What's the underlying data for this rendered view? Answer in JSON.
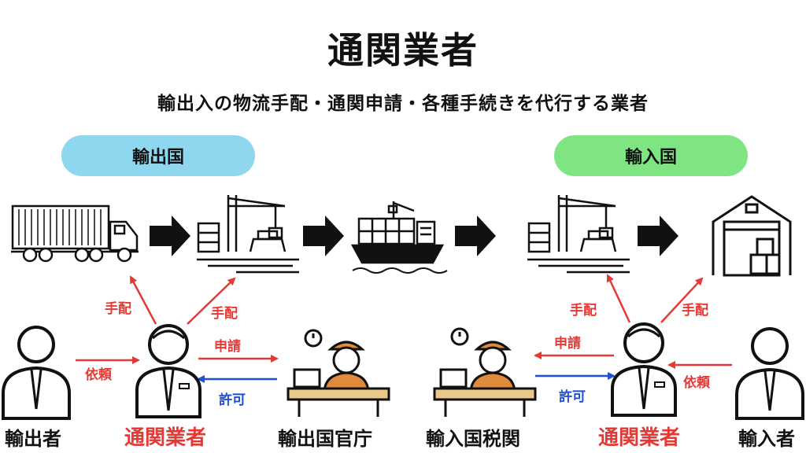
{
  "header": {
    "title": "通関業者",
    "subtitle": "輸出入の物流手配・通関申請・各種手続きを代行する業者"
  },
  "regions": {
    "export_country": {
      "label": "輸出国",
      "color": "#8fd6ef"
    },
    "import_country": {
      "label": "輸入国",
      "color": "#7ee582"
    }
  },
  "actors": {
    "exporter": "輸出者",
    "broker_left": "通関業者",
    "export_authority": "輸出国官庁",
    "import_customs": "輸入国税関",
    "broker_right": "通関業者",
    "importer": "輸入者"
  },
  "arrows": {
    "arrange_1": "手配",
    "arrange_2": "手配",
    "arrange_3": "手配",
    "arrange_4": "手配",
    "request_left": "依頼",
    "request_right": "依頼",
    "apply_left": "申請",
    "apply_right": "申請",
    "permit_left": "許可",
    "permit_right": "許可"
  },
  "colors": {
    "accent_red": "#e53935",
    "accent_blue": "#1e4fd6",
    "officer_orange": "#e08a3c",
    "desk_tan": "#e9c98a"
  },
  "icons": [
    "container-truck-icon",
    "port-crane-icon",
    "cargo-ship-icon",
    "port-crane-icon",
    "warehouse-icon",
    "person-icon",
    "officer-icon"
  ]
}
